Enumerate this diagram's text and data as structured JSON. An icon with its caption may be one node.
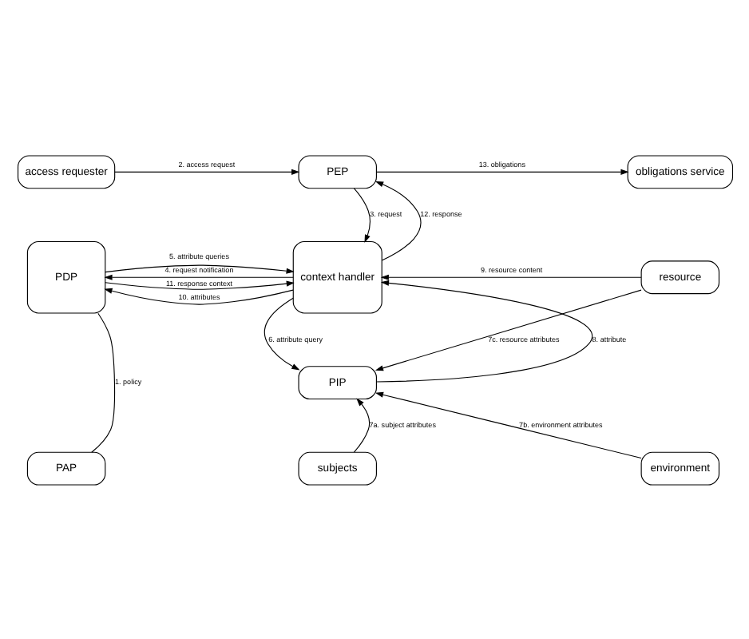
{
  "diagram": {
    "nodes": [
      {
        "text": [
          "access requester"
        ]
      },
      {
        "text": [
          "PEP"
        ]
      },
      {
        "text": [
          "obligations service"
        ]
      },
      {
        "text": [
          "PDP"
        ]
      },
      {
        "text": [
          "context handler"
        ]
      },
      {
        "text": [
          "resource"
        ]
      },
      {
        "text": [
          "PIP"
        ]
      },
      {
        "text": [
          "PAP"
        ]
      },
      {
        "text": [
          "subjects"
        ]
      },
      {
        "text": [
          "environment"
        ]
      }
    ],
    "edges": [
      {
        "from": 0,
        "to": 1,
        "arrow": "to",
        "label": "2. access request"
      },
      {
        "from": 1,
        "to": 2,
        "arrow": "to",
        "label": "13. obligations"
      },
      {
        "from": 1,
        "to": 4,
        "arrow": "to",
        "label": "3. request"
      },
      {
        "from": 4,
        "to": 1,
        "arrow": "to",
        "label": "12. response"
      },
      {
        "from": 4,
        "to": 3,
        "arrow": "to",
        "label": "4. request notification"
      },
      {
        "from": 3,
        "to": 4,
        "arrow": "to",
        "label": "5. attribute queries"
      },
      {
        "from": 4,
        "to": 3,
        "arrow": "to",
        "label": "10. attributes"
      },
      {
        "from": 3,
        "to": 4,
        "arrow": "to",
        "label": "11. response context"
      },
      {
        "from": 5,
        "to": 4,
        "arrow": "to",
        "label": "9. resource content"
      },
      {
        "from": 4,
        "to": 6,
        "arrow": "to",
        "label": "6. attribute query"
      },
      {
        "from": 6,
        "to": 4,
        "arrow": "to",
        "label": "8. attribute"
      },
      {
        "from": 5,
        "to": 6,
        "arrow": "to",
        "label": "7c. resource attributes"
      },
      {
        "from": 9,
        "to": 6,
        "arrow": "to",
        "label": "7b. environment attributes"
      },
      {
        "from": 8,
        "to": 6,
        "arrow": "to",
        "label": "7a. subject attributes"
      },
      {
        "from": 7,
        "to": 3,
        "arrow": "none",
        "label": "1. policy"
      }
    ]
  }
}
